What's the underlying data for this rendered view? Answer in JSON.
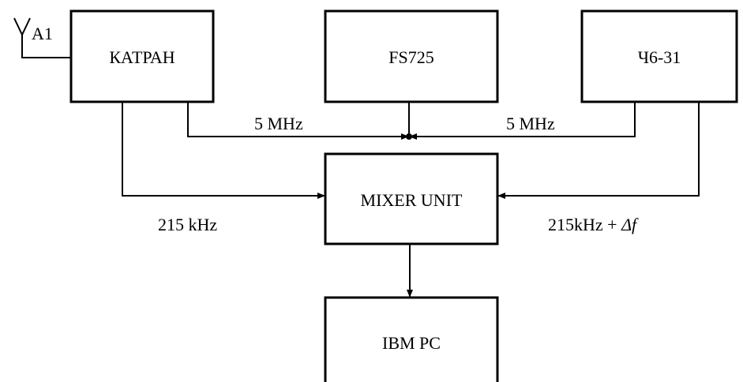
{
  "antenna": {
    "label": "A1"
  },
  "blocks": {
    "katran": "КАТРАН",
    "fs725": "FS725",
    "ch631": "Ч6-31",
    "mixer": "MIXER UNIT",
    "ibm": "IBM PC"
  },
  "signals": {
    "ref_left": "5 MHz",
    "ref_right": "5 MHz",
    "if_left": "215 kHz",
    "if_right_prefix": "215kHz + ",
    "if_right_delta": "Δf"
  },
  "colors": {
    "line": "#000000",
    "background": "#ffffff"
  }
}
